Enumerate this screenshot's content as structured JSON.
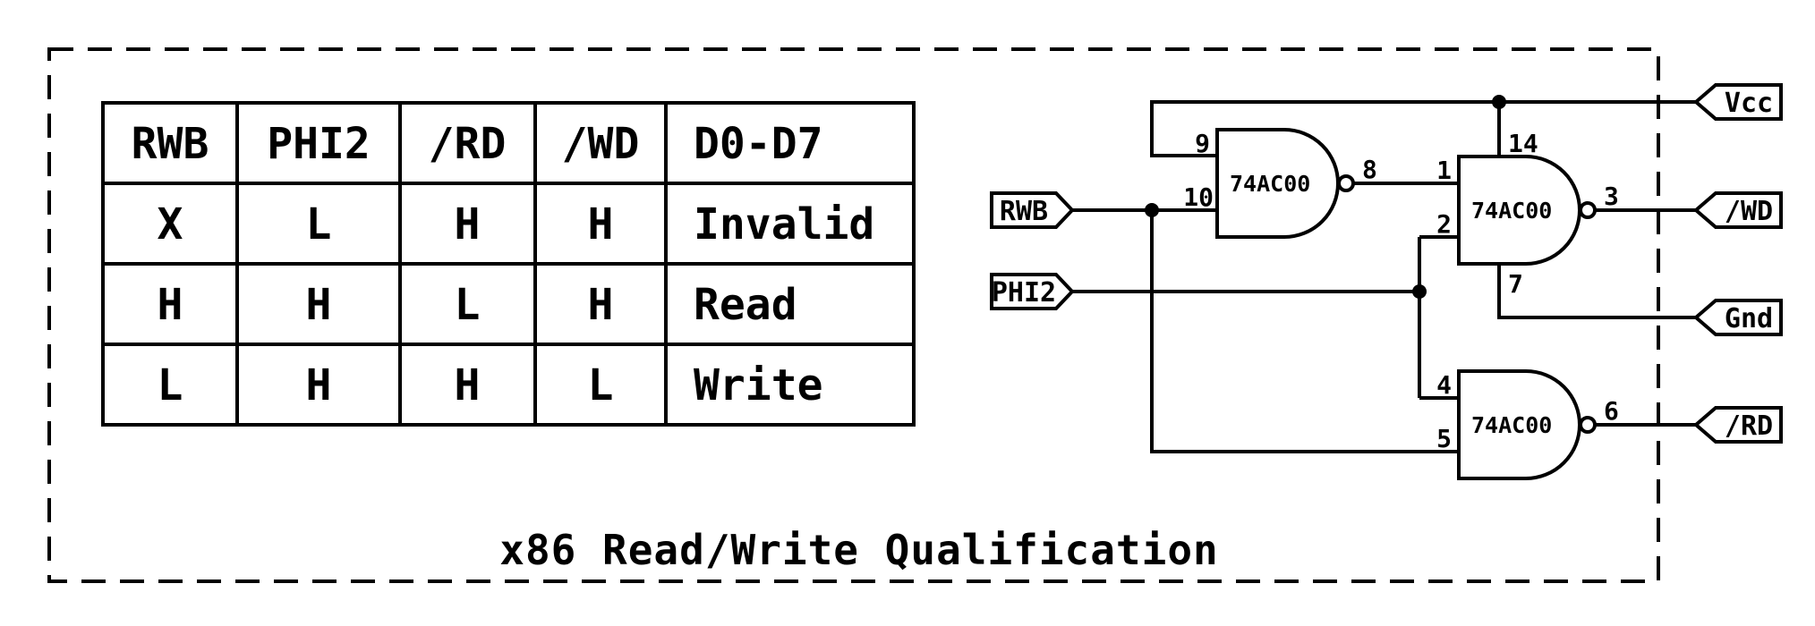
{
  "title": "x86 Read/Write Qualification",
  "truth_table": {
    "headers": [
      "RWB",
      "PHI2",
      "/RD",
      "/WD",
      "D0-D7"
    ],
    "rows": [
      [
        "X",
        "L",
        "H",
        "H",
        "Invalid"
      ],
      [
        "H",
        "H",
        "L",
        "H",
        "Read"
      ],
      [
        "L",
        "H",
        "H",
        "L",
        "Write"
      ]
    ]
  },
  "circuit": {
    "inputs": [
      {
        "label": "RWB"
      },
      {
        "label": "PHI2"
      }
    ],
    "outputs": [
      {
        "label": "Vcc"
      },
      {
        "label": "/WD"
      },
      {
        "label": "Gnd"
      },
      {
        "label": "/RD"
      }
    ],
    "gates": [
      {
        "part": "74AC00",
        "pin_top": "9",
        "pin_bottom": "10",
        "pin_out": "8"
      },
      {
        "part": "74AC00",
        "pin_top": "1",
        "pin_bottom": "2",
        "pin_out": "3",
        "pin_power": "14",
        "pin_ground": "7"
      },
      {
        "part": "74AC00",
        "pin_top": "4",
        "pin_bottom": "5",
        "pin_out": "6"
      }
    ]
  },
  "colors": {
    "line": "#000000",
    "background": "#ffffff"
  }
}
